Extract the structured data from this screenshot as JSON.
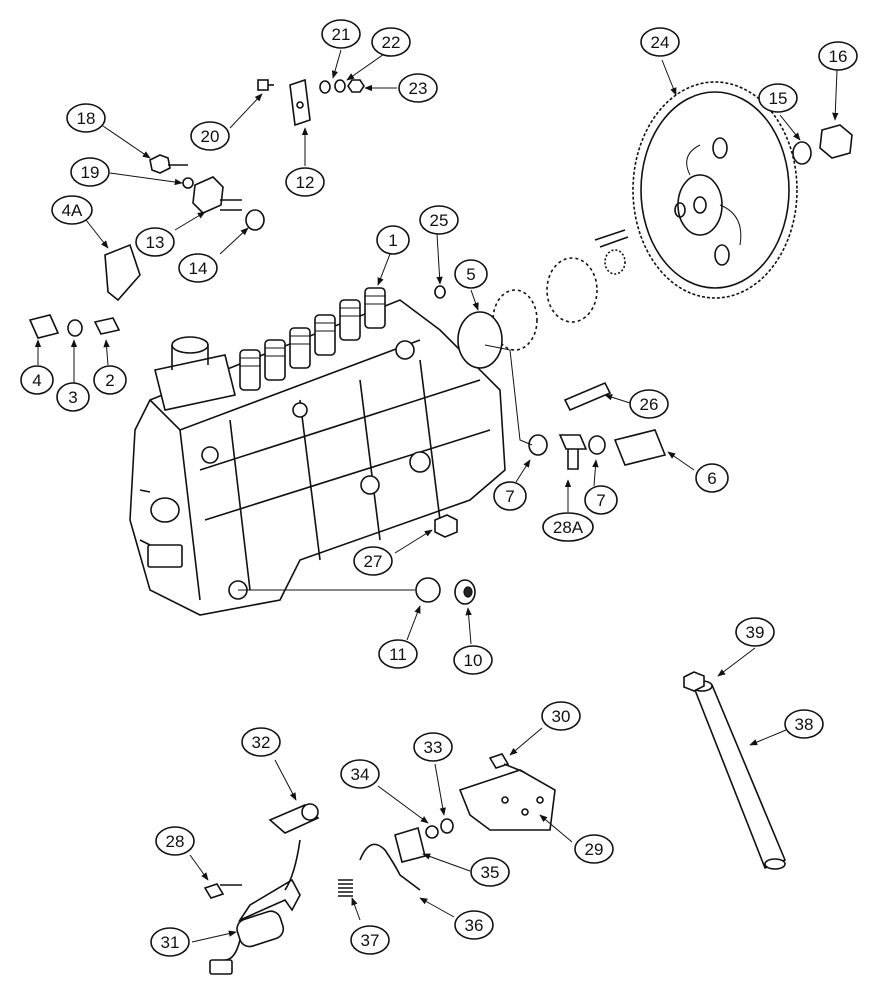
{
  "callouts": [
    {
      "id": "c1",
      "label": "1"
    },
    {
      "id": "c2",
      "label": "2"
    },
    {
      "id": "c3",
      "label": "3"
    },
    {
      "id": "c4",
      "label": "4"
    },
    {
      "id": "c4a",
      "label": "4A"
    },
    {
      "id": "c5",
      "label": "5"
    },
    {
      "id": "c6",
      "label": "6"
    },
    {
      "id": "c7a",
      "label": "7"
    },
    {
      "id": "c7b",
      "label": "7"
    },
    {
      "id": "c10",
      "label": "10"
    },
    {
      "id": "c11",
      "label": "11"
    },
    {
      "id": "c12",
      "label": "12"
    },
    {
      "id": "c13",
      "label": "13"
    },
    {
      "id": "c14",
      "label": "14"
    },
    {
      "id": "c15",
      "label": "15"
    },
    {
      "id": "c16",
      "label": "16"
    },
    {
      "id": "c18",
      "label": "18"
    },
    {
      "id": "c19",
      "label": "19"
    },
    {
      "id": "c20",
      "label": "20"
    },
    {
      "id": "c21",
      "label": "21"
    },
    {
      "id": "c22",
      "label": "22"
    },
    {
      "id": "c23",
      "label": "23"
    },
    {
      "id": "c24",
      "label": "24"
    },
    {
      "id": "c25",
      "label": "25"
    },
    {
      "id": "c26",
      "label": "26"
    },
    {
      "id": "c27",
      "label": "27"
    },
    {
      "id": "c28",
      "label": "28"
    },
    {
      "id": "c28a",
      "label": "28A"
    },
    {
      "id": "c29",
      "label": "29"
    },
    {
      "id": "c30",
      "label": "30"
    },
    {
      "id": "c31",
      "label": "31"
    },
    {
      "id": "c32",
      "label": "32"
    },
    {
      "id": "c33",
      "label": "33"
    },
    {
      "id": "c34",
      "label": "34"
    },
    {
      "id": "c35",
      "label": "35"
    },
    {
      "id": "c36",
      "label": "36"
    },
    {
      "id": "c37",
      "label": "37"
    },
    {
      "id": "c38",
      "label": "38"
    },
    {
      "id": "c39",
      "label": "39"
    }
  ]
}
